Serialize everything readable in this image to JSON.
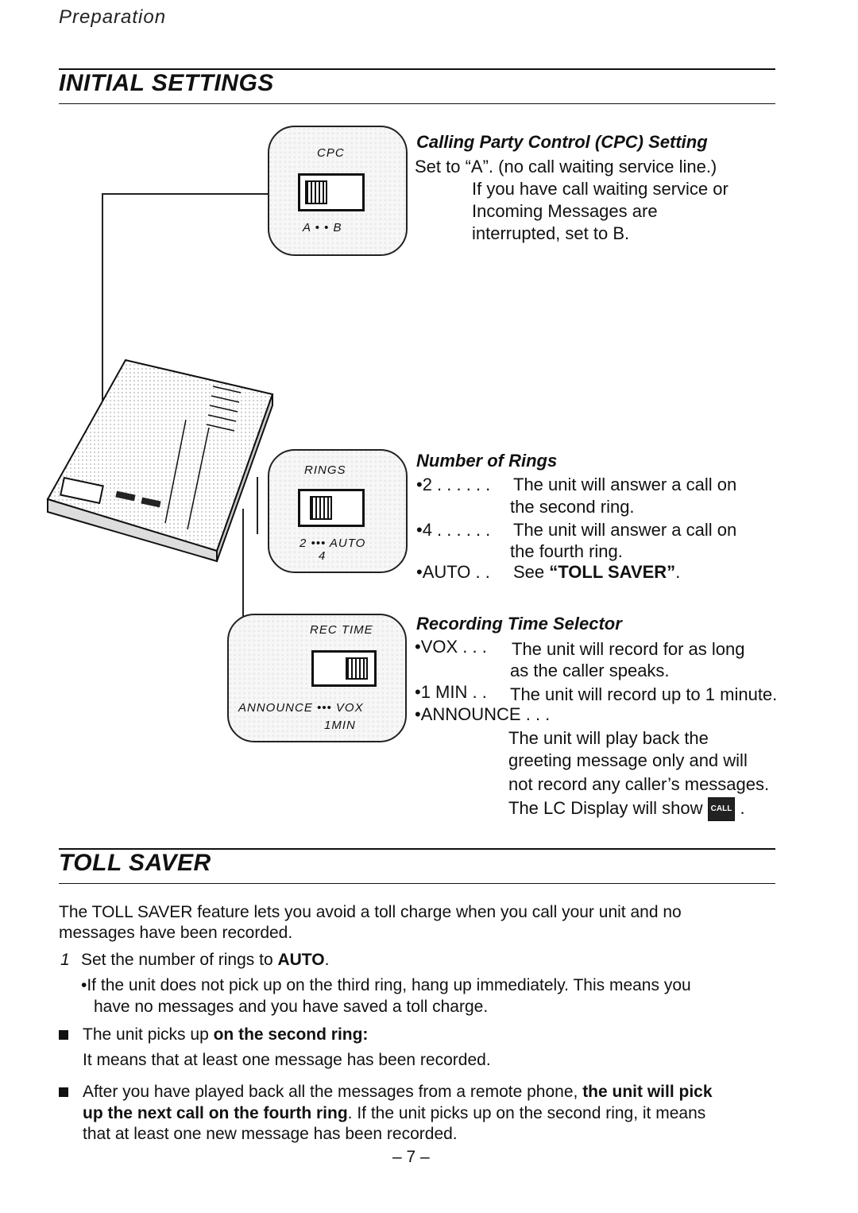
{
  "running_head": "Preparation",
  "initial": {
    "title": "INITIAL SETTINGS",
    "cpc": {
      "heading": "Calling Party Control (CPC) Setting",
      "line1": "Set to “A”. (no call waiting service line.)",
      "line2": "If you have call waiting service or",
      "line3": "Incoming Messages are",
      "line4": "interrupted, set to B.",
      "panel_label": "CPC",
      "panel_scale": "A • • B"
    },
    "rings": {
      "heading": "Number of Rings",
      "r2_key": "•2 . . . . . .",
      "r2_text": "The unit will answer a call on",
      "r2_cont": "the second ring.",
      "r4_key": "•4 . . . . . .",
      "r4_text": "The unit will answer a call on",
      "r4_cont": "the fourth ring.",
      "auto_key": "•AUTO . .",
      "auto_text_pre": "See ",
      "auto_text_bold": "“TOLL SAVER”",
      "auto_text_post": ".",
      "panel_label": "RINGS",
      "panel_scale": "2 ••• AUTO",
      "panel_scale2": "4"
    },
    "rec_time": {
      "heading": "Recording Time Selector",
      "vox_key": "•VOX . . .",
      "vox_text": "The unit will record for as long",
      "vox_cont": "as the caller speaks.",
      "min_key": "•1 MIN . .",
      "min_text": "The unit will record up to 1 minute.",
      "ann_key": "•ANNOUNCE . . .",
      "ann_1": "The unit will play back the",
      "ann_2": "greeting message only and will",
      "ann_3": "not record any caller’s messages.",
      "ann_4": "The LC Display will show",
      "call_icon": "CALL",
      "panel_label": "REC TIME",
      "panel_scale": "ANNOUNCE ••• VOX",
      "panel_scale2": "1MIN"
    }
  },
  "toll": {
    "title": "TOLL SAVER",
    "intro1": "The TOLL SAVER feature lets you avoid a toll charge when you call your unit and no",
    "intro2": "messages have been recorded.",
    "step_num": "1",
    "step_pre": "Set the number of rings to ",
    "step_bold": "AUTO",
    "step_post": ".",
    "sub1": "•If the unit does not pick up on the third ring, hang up immediately. This means you",
    "sub2": "have no messages and you have saved a toll charge.",
    "b1_pre": "The unit picks up ",
    "b1_bold": "on the second ring:",
    "b1_line2": "It means that at least one message has been recorded.",
    "b2_pre": "After you have played back all the messages from a remote phone, ",
    "b2_bold1": "the unit will pick",
    "b2_bold2": "up the next call on the fourth ring",
    "b2_post": ". If the unit picks up on the second ring, it means",
    "b2_line3": "that at least one new message has been recorded."
  },
  "page_number": "– 7 –"
}
